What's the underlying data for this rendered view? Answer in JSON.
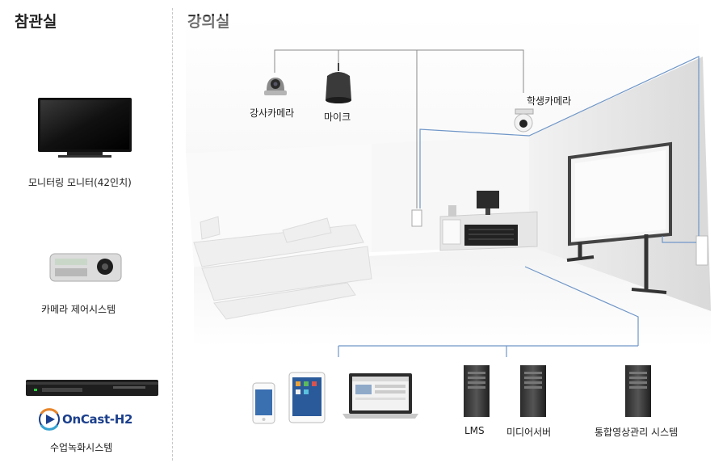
{
  "left_panel": {
    "title": "참관실",
    "items": [
      {
        "label": "모니터링 모니터(42인치)",
        "icon": "monitor-tv-icon"
      },
      {
        "label": "카메라 제어시스템",
        "icon": "camera-controller-icon"
      },
      {
        "label": "수업녹화시스템",
        "icon": "rack-recorder-icon",
        "brand": "OnCast-H2"
      }
    ]
  },
  "classroom": {
    "title": "강의실",
    "devices": {
      "teacher_camera": "강사카메라",
      "mic": "마이크",
      "student_camera": "학생카메라"
    },
    "servers": [
      {
        "label": "LMS",
        "icon": "server-tower-icon"
      },
      {
        "label": "미디어서버",
        "icon": "server-tower-icon"
      },
      {
        "label": "통합영상관리 시스템",
        "icon": "server-tower-icon"
      }
    ],
    "clients": [
      "smartphone-icon",
      "tablet-icon",
      "laptop-icon"
    ]
  },
  "colors": {
    "connection_line": "#6f96c8",
    "device_line": "#8a8a8a",
    "brand": "#1b3f8c"
  }
}
